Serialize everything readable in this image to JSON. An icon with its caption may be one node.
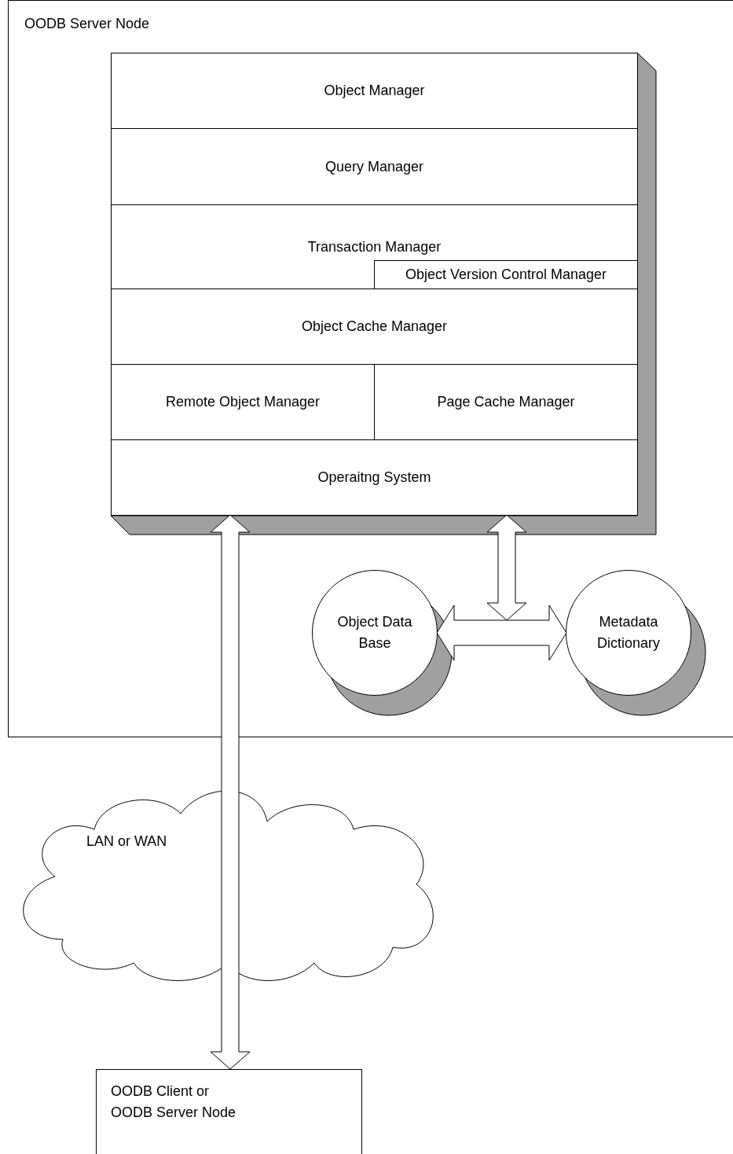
{
  "diagram": {
    "nodes": [
      {
        "text": [
          "OODB Server Node"
        ]
      },
      {
        "text": [
          "Object Manager"
        ],
        "in": 0
      },
      {
        "text": [
          "Query Manager"
        ],
        "in": 0
      },
      {
        "text": [
          "Transaction Manager"
        ],
        "in": 0
      },
      {
        "text": [
          "Object Version Control Manager"
        ],
        "in": 3
      },
      {
        "text": [
          "Object Cache Manager"
        ],
        "in": 0
      },
      {
        "text": [
          "Remote Object Manager"
        ],
        "in": 0
      },
      {
        "text": [
          "Page Cache Manager"
        ],
        "in": 0
      },
      {
        "text": [
          "Operaitng System"
        ],
        "in": 0
      },
      {
        "text": [
          "Object Data Base"
        ],
        "in": 0
      },
      {
        "text": [
          "Metadata Dictionary"
        ],
        "in": 0
      },
      {
        "text": [
          "LAN or WAN"
        ]
      },
      {
        "text": [
          "OODB Client or OODB Server Node"
        ]
      }
    ],
    "edges": [
      {
        "from": 8,
        "to": 12,
        "arrow": "both"
      },
      {
        "from": 8,
        "to": 9,
        "arrow": "both"
      },
      {
        "from": 8,
        "to": 10,
        "arrow": "both"
      },
      {
        "from": 9,
        "to": 10,
        "arrow": "both"
      }
    ]
  }
}
